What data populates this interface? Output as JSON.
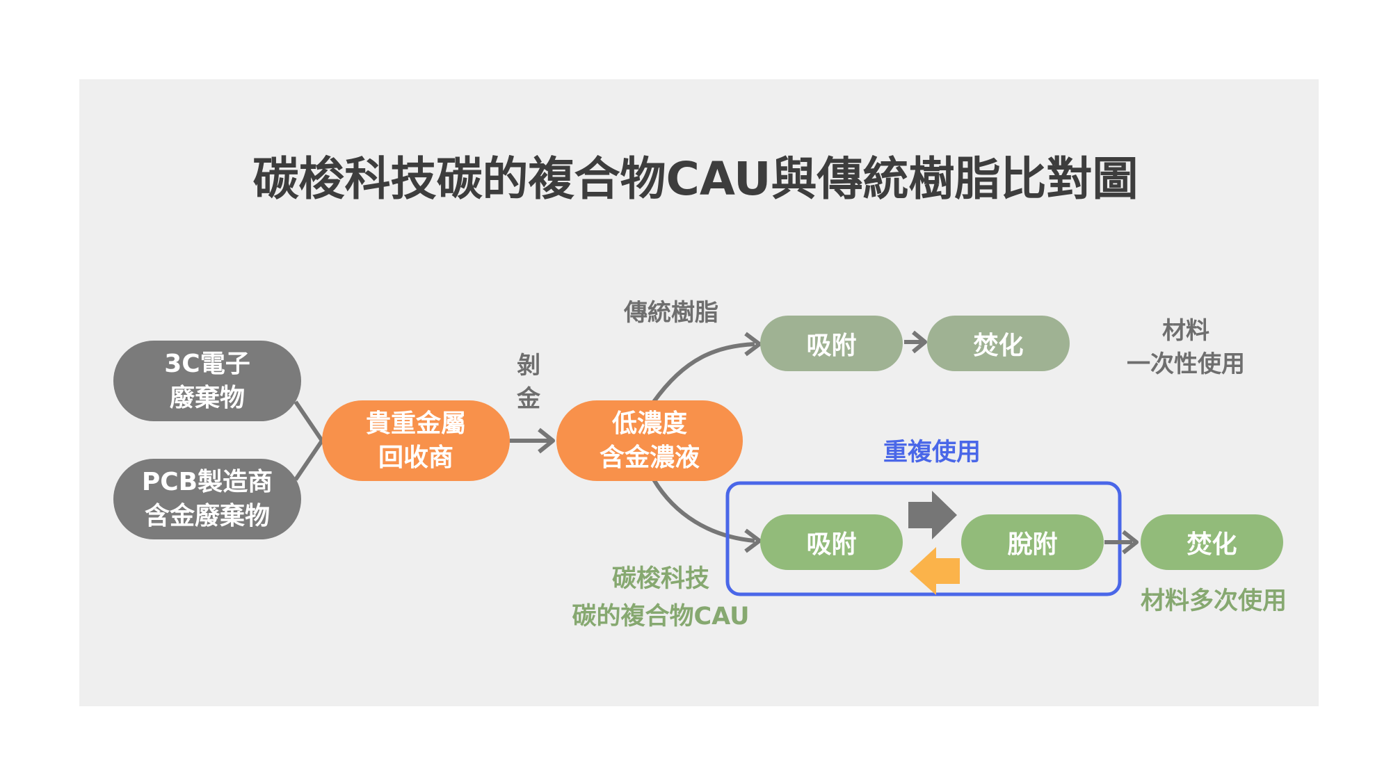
{
  "title": "碳梭科技碳的複合物CAU與傳統樹脂比對圖",
  "nodes": {
    "source_3c": [
      "3C電子",
      "廢棄物"
    ],
    "source_pcb": [
      "PCB製造商",
      "含金廢棄物"
    ],
    "recycler": [
      "貴重金屬",
      "回收商"
    ],
    "solution": [
      "低濃度",
      "含金濃液"
    ],
    "top_adsorb": "吸附",
    "top_incinerate": "焚化",
    "bottom_adsorb": "吸附",
    "bottom_desorb": "脫附",
    "bottom_incinerate": "焚化"
  },
  "labels": {
    "strip": [
      "剝",
      "金"
    ],
    "traditional_resin": "傳統樹脂",
    "single_use": [
      "材料",
      "一次性使用"
    ],
    "reuse": "重複使用",
    "cau": [
      "碳梭科技",
      "碳的複合物CAU"
    ],
    "multi_use": "材料多次使用"
  },
  "colors": {
    "gray": "#7b7b7b",
    "orange": "#f8914b",
    "sage": "#9fb293",
    "green": "#92bb7a",
    "blue": "#4a67e8",
    "yellow_arrow": "#fbb34a"
  }
}
